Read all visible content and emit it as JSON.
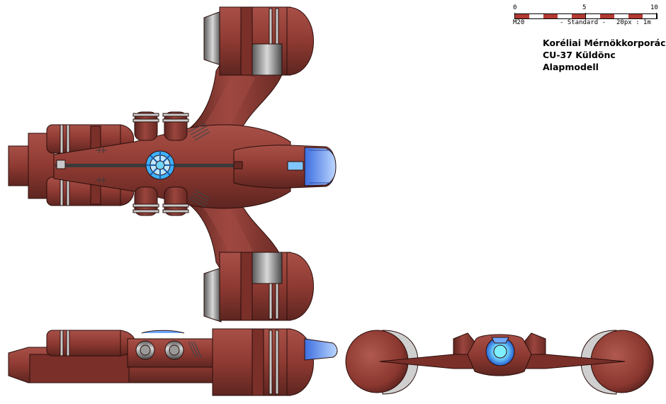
{
  "scale": {
    "tick_start": "0",
    "tick_mid": "5",
    "tick_end": "10",
    "model_code": "M20",
    "standard_label": "- Standard -",
    "ratio": "20px : 1m"
  },
  "title": {
    "manufacturer": "Koréliai Mérnökkorporáció",
    "model": "CU-37 Küldönc",
    "variant": "Alapmodell"
  },
  "colors": {
    "hull": "#8e3a32",
    "hull_dark": "#5e2520",
    "hull_light": "#b05a50",
    "metal": "#9c9c9c",
    "engine_glow": "#6fa8ff",
    "cockpit": "#8fd0ff"
  }
}
